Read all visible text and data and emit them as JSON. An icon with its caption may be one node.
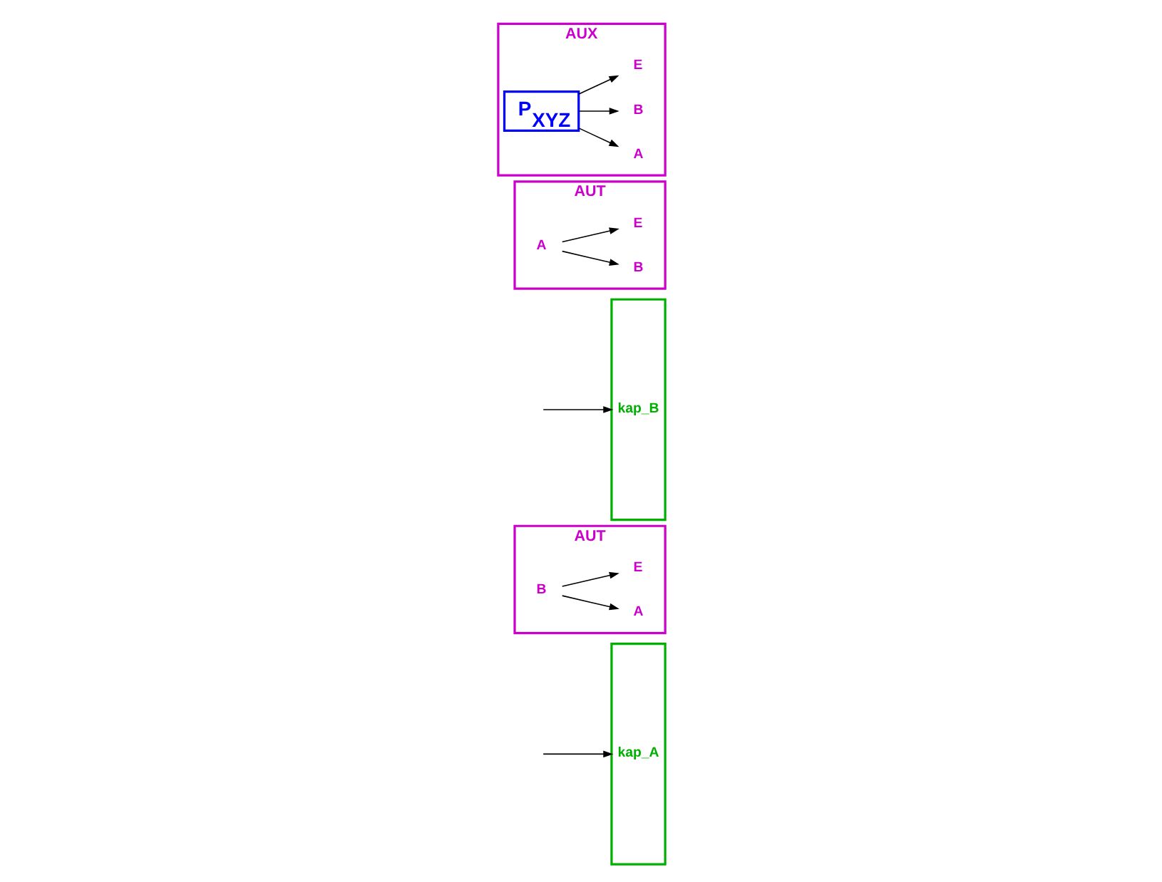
{
  "diagram": {
    "nodes": [
      {
        "text": [
          "kap_A"
        ]
      },
      {
        "text": [
          "AUT"
        ]
      },
      {
        "text": [
          "A"
        ],
        "in": 1
      },
      {
        "text": [
          "B"
        ],
        "in": 1
      },
      {
        "text": [
          "E"
        ],
        "in": 1
      },
      {
        "text": [
          "kap_B"
        ]
      },
      {
        "text": [
          "AUT"
        ]
      },
      {
        "text": [
          "A"
        ],
        "in": 6
      },
      {
        "text": [
          "B"
        ],
        "in": 6
      },
      {
        "text": [
          "E"
        ],
        "in": 6
      },
      {
        "text": [
          "AUX"
        ]
      },
      {
        "text": [
          "A"
        ],
        "in": 10
      },
      {
        "text": [
          "B"
        ],
        "in": 10
      },
      {
        "text": [
          "P$_{XYZ}$"
        ],
        "in": 10
      },
      {
        "text": [
          "E"
        ],
        "in": 10
      }
    ],
    "edges": [
      {
        "from": null,
        "to": 0,
        "arrow": "to"
      },
      {
        "from": 3,
        "to": 2,
        "arrow": "to"
      },
      {
        "from": 3,
        "to": 4,
        "arrow": "to"
      },
      {
        "from": null,
        "to": 5,
        "arrow": "to"
      },
      {
        "from": 7,
        "to": 8,
        "arrow": "to"
      },
      {
        "from": 7,
        "to": 9,
        "arrow": "to"
      },
      {
        "from": 13,
        "to": 11,
        "arrow": "to"
      },
      {
        "from": 13,
        "to": 12,
        "arrow": "to"
      },
      {
        "from": 13,
        "to": 14,
        "arrow": "to"
      }
    ]
  }
}
